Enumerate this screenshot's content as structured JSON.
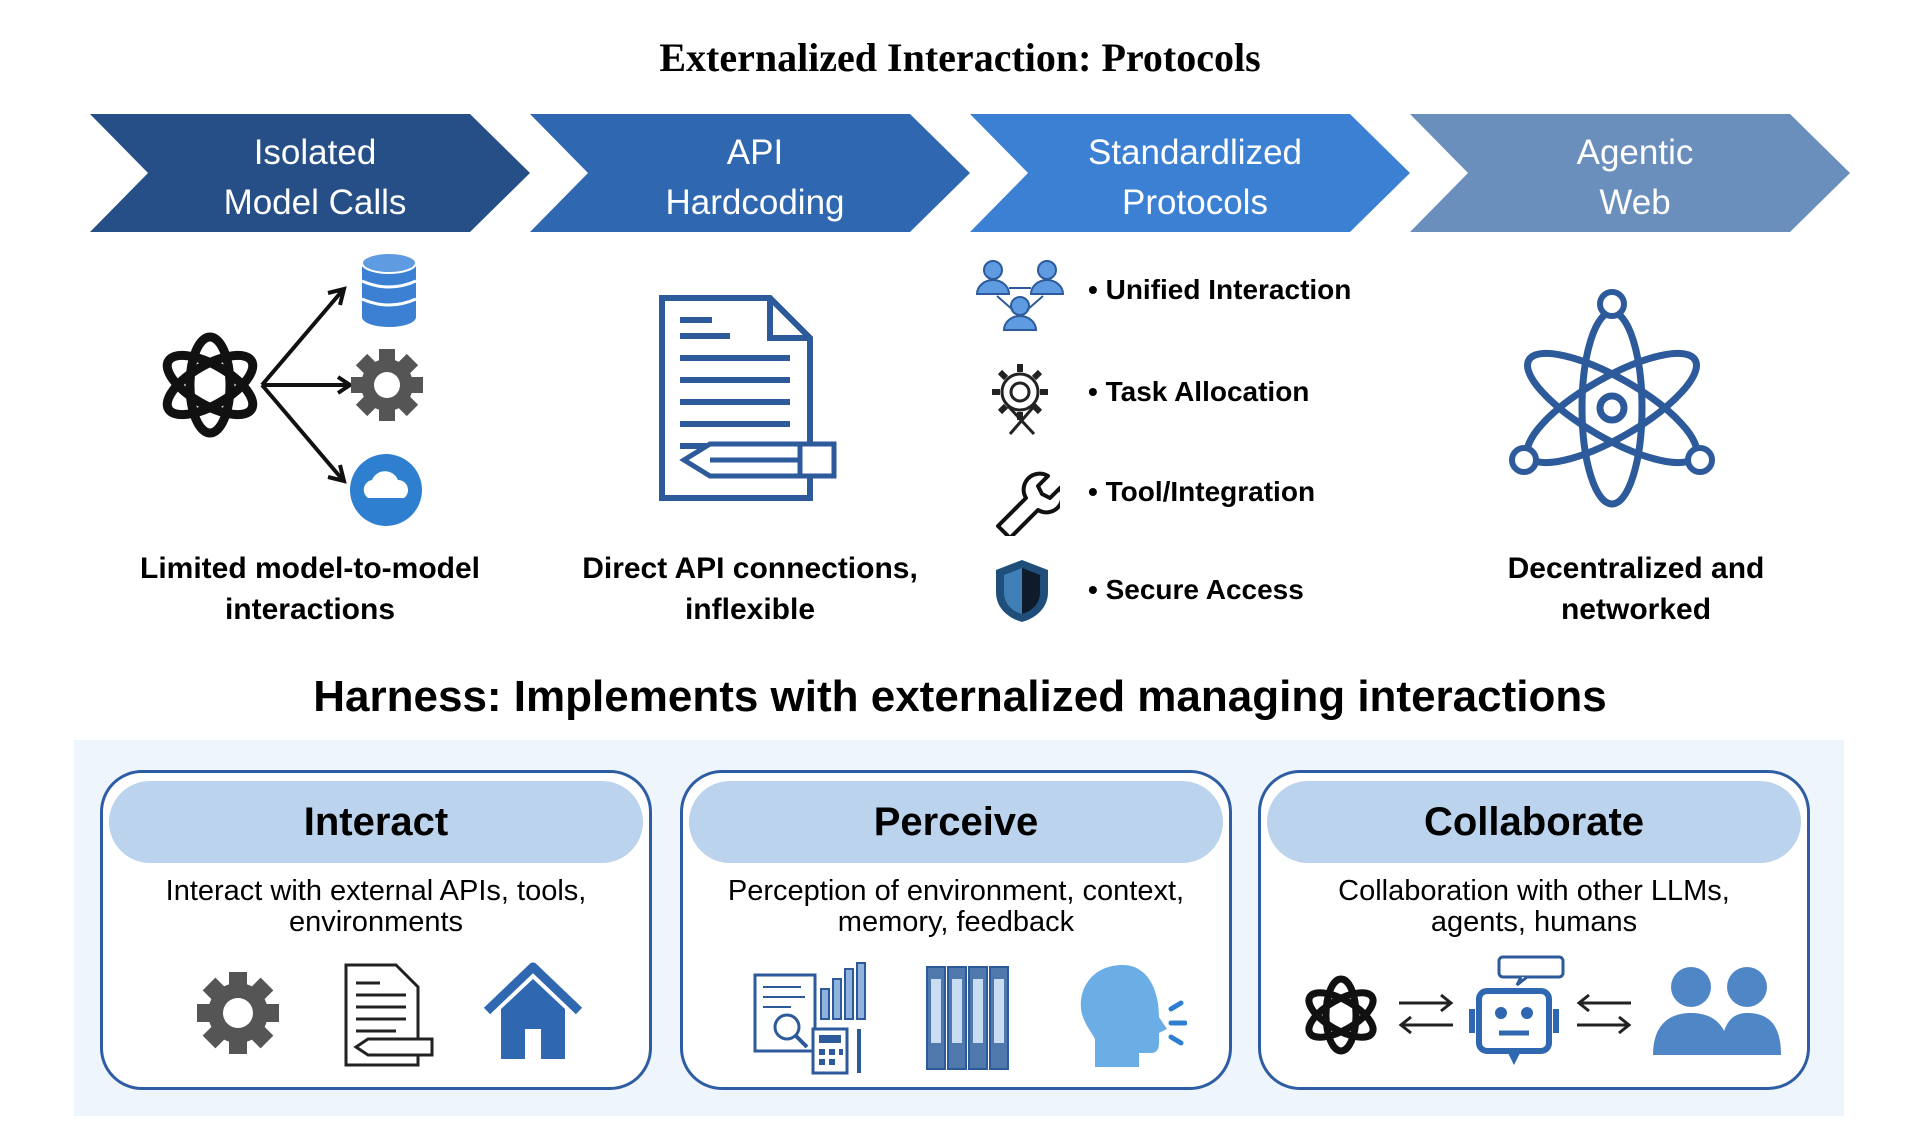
{
  "title": "Externalized Interaction: Protocols",
  "stages": [
    {
      "line1": "Isolated",
      "line2": "Model Calls",
      "color": "#274f87"
    },
    {
      "line1": "API",
      "line2": "Hardcoding",
      "color": "#2f67b0"
    },
    {
      "line1": "Standardlized",
      "line2": "Protocols",
      "color": "#3b80d3"
    },
    {
      "line1": "Agentic",
      "line2": "Web",
      "color": "#6a8fbd"
    }
  ],
  "captions": {
    "isolated": [
      "Limited model-to-model",
      "interactions"
    ],
    "api": [
      "Direct API connections,",
      "inflexible"
    ],
    "agentic": [
      "Decentralized and",
      "networked"
    ]
  },
  "protocol_features": [
    "Unified Interaction",
    "Task Allocation",
    "Tool/Integration",
    "Secure Access"
  ],
  "harness_title": "Harness: Implements with externalized managing interactions",
  "cards": [
    {
      "title": "Interact",
      "desc1": "Interact with external APIs, tools,",
      "desc2": "environments"
    },
    {
      "title": "Perceive",
      "desc1": "Perception of environment, context,",
      "desc2": "memory, feedback"
    },
    {
      "title": "Collaborate",
      "desc1": "Collaboration with other LLMs,",
      "desc2": "agents, humans"
    }
  ],
  "colors": {
    "dark_blue": "#274f87",
    "mid_blue": "#2f67b0",
    "bright_blue": "#3b80d3",
    "slate_blue": "#6a8fbd",
    "card_header": "#bcd3ed",
    "panel_bg": "#eef5fc"
  }
}
